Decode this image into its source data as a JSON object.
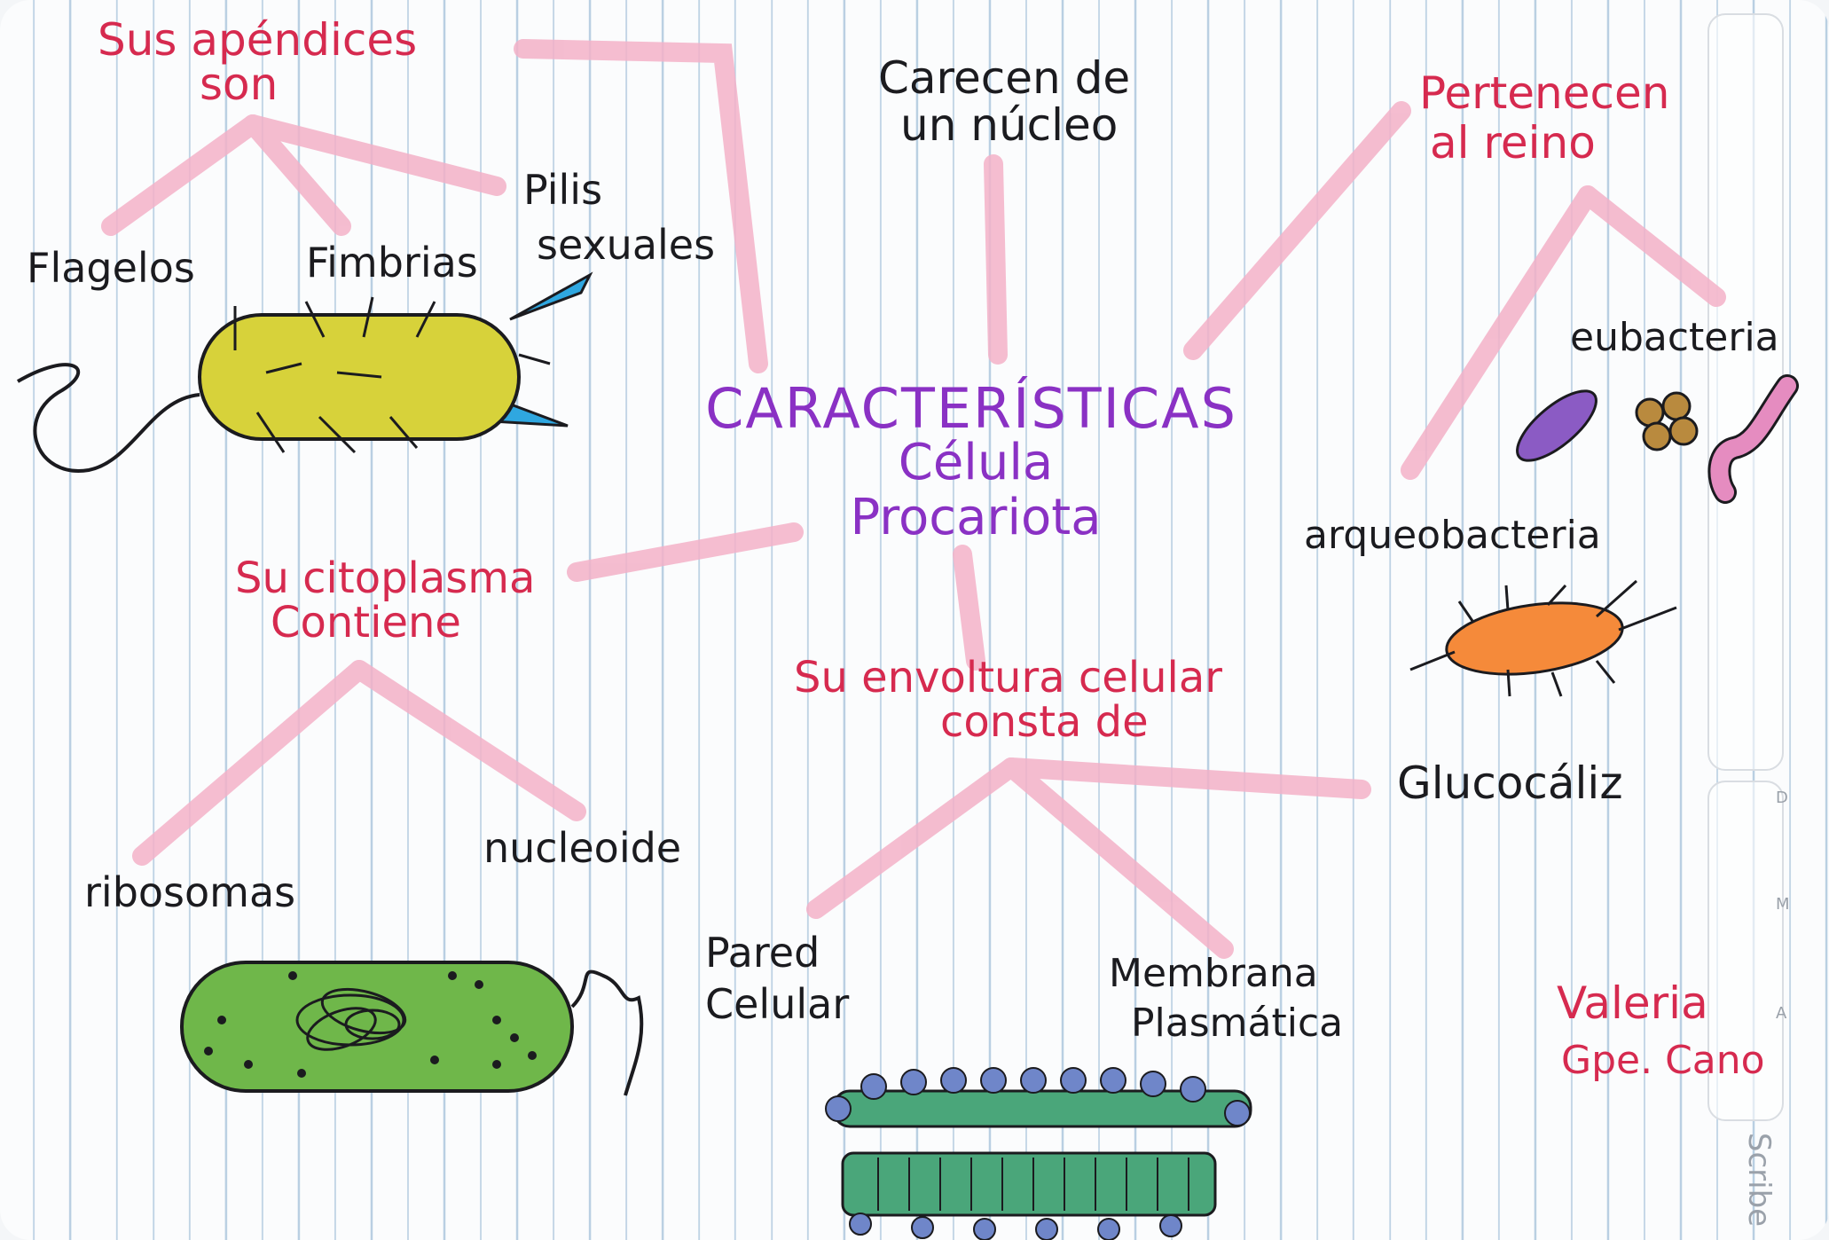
{
  "colors": {
    "highlighter": "#f3b1c8",
    "ink_black": "#1b1b1f",
    "ink_red": "#d62a4f",
    "ink_purple": "#8a31c4",
    "grid": "#b9cfe2",
    "bacterium_yellow": "#d7d23a",
    "bacterium_green": "#6fb74a",
    "appendage_blue": "#2fa7e0",
    "arq_orange": "#f58a3a",
    "eu_purple": "#8b5bc4",
    "eu_brown": "#b98a3e",
    "eu_pink": "#e58cc0",
    "membrane_green": "#4aa67a",
    "membrane_head": "#6f86c9"
  },
  "center": {
    "title": "CARACTERÍSTICAS",
    "line2": "Célula",
    "line3": "Procariota"
  },
  "branches": {
    "apendices": {
      "heading": [
        "Sus apéndices",
        "son"
      ],
      "items": [
        "Flagelos",
        "Fimbrias",
        "Pilis",
        "sexuales"
      ]
    },
    "nucleo": {
      "heading": [
        "Carecen de",
        "un núcleo"
      ]
    },
    "reino": {
      "heading": [
        "Pertenecen",
        "al reino"
      ],
      "items": [
        "eubacteria",
        "arqueobacteria"
      ]
    },
    "citoplasma": {
      "heading": [
        "Su citoplasma",
        "Contiene"
      ],
      "items": [
        "ribosomas",
        "nucleoide"
      ]
    },
    "envoltura": {
      "heading": [
        "Su envoltura celular",
        "consta de"
      ],
      "items": [
        "Glucocáliz",
        "Pared",
        "Celular",
        "Membrana",
        "Plasmática"
      ]
    }
  },
  "author": [
    "Valeria",
    "Gpe. Cano"
  ],
  "brand": "Scribe",
  "tab_marks": [
    "D",
    "M",
    "A"
  ]
}
